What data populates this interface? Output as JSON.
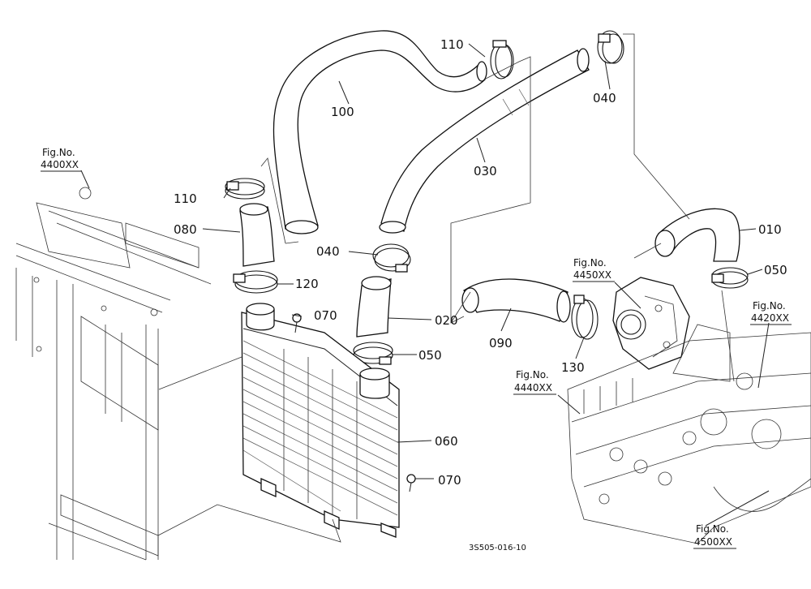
{
  "callouts": {
    "c010": "010",
    "c020": "020",
    "c030": "030",
    "c040a": "040",
    "c040b": "040",
    "c050a": "050",
    "c050b": "050",
    "c060": "060",
    "c070a": "070",
    "c070b": "070",
    "c080": "080",
    "c090": "090",
    "c100": "100",
    "c110a": "110",
    "c110b": "110",
    "c120": "120",
    "c130": "130"
  },
  "fig_refs": {
    "label": "Fig.No.",
    "f4400": "4400XX",
    "f4450": "4450XX",
    "f4420": "4420XX",
    "f4440": "4440XX",
    "f4500": "4500XX"
  },
  "drawing_code": "3S505-016-10"
}
